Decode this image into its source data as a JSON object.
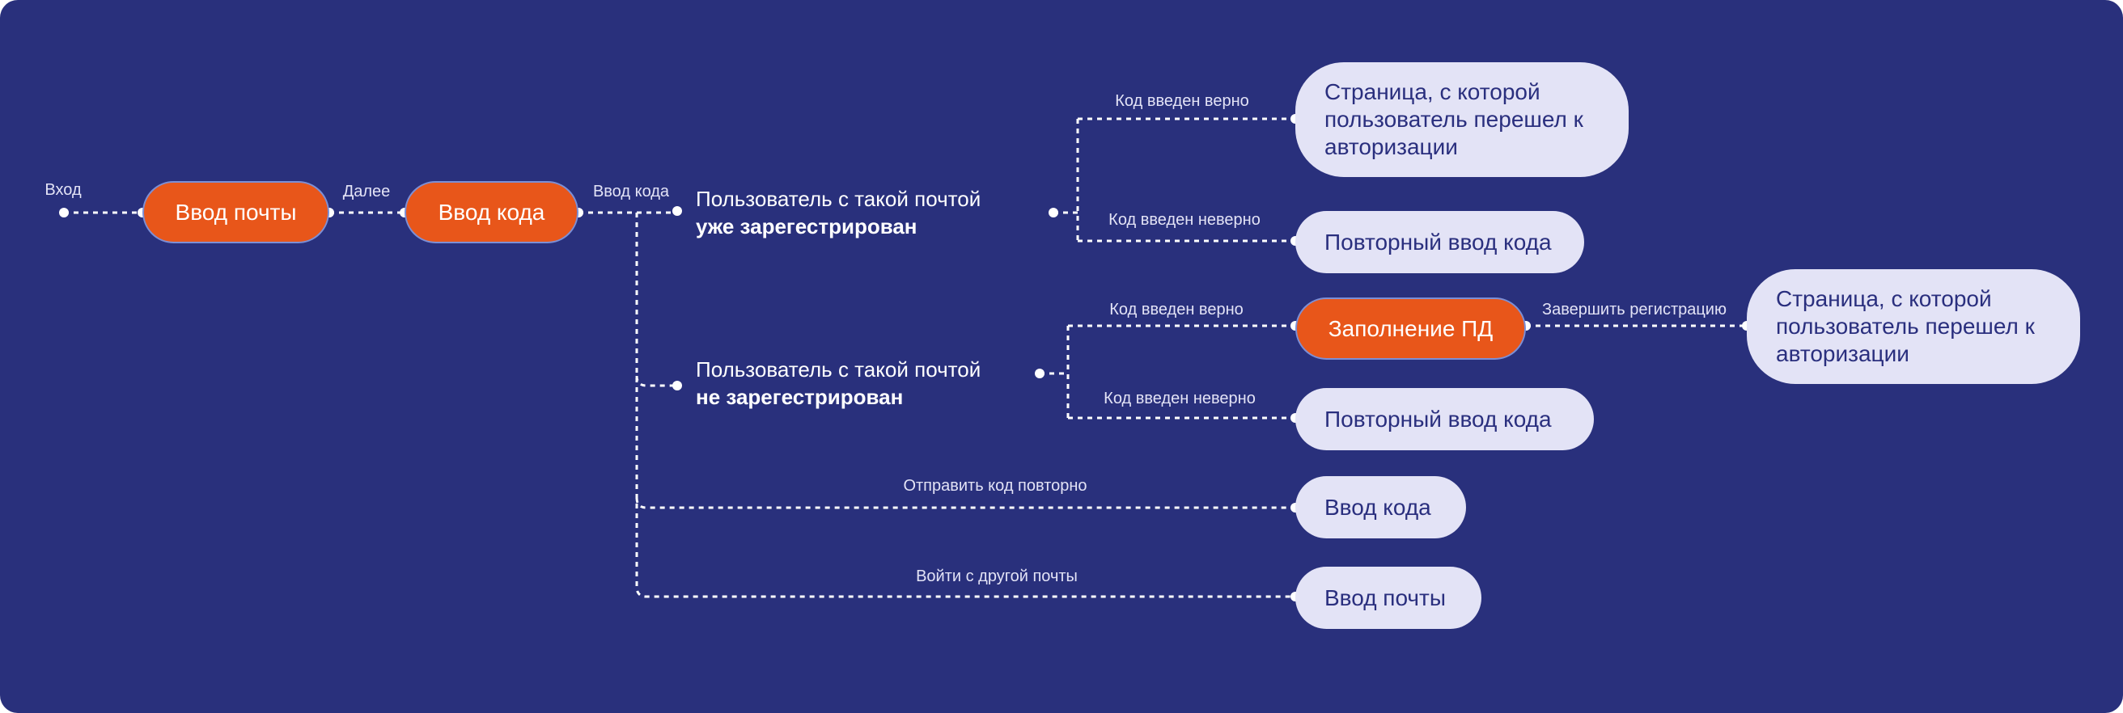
{
  "colors": {
    "background": "#29307c",
    "accent": "#e8561a",
    "light": "#e3e3f6",
    "text_dark": "#2a2f7e"
  },
  "entry": {
    "label": "Вход"
  },
  "nodes": {
    "email_input": "Ввод почты",
    "code_input": "Ввод кода",
    "registered_source_page": "Страница, с которой пользователь перешел к авторизации",
    "registered_retry_code": "Повторный ввод кода",
    "fill_personal_data": "Заполнение ПД",
    "new_user_source_page": "Страница, с которой пользователь перешел к авторизации",
    "new_user_retry_code": "Повторный ввод кода",
    "resend_code_input": "Ввод кода",
    "other_email_input": "Ввод почты"
  },
  "edges": {
    "next": "Далее",
    "enter_code": "Ввод кода",
    "reg_correct": "Код введен верно",
    "reg_wrong": "Код введен неверно",
    "new_correct": "Код введен верно",
    "new_wrong": "Код введен неверно",
    "finish_registration": "Завершить регистрацию",
    "resend": "Отправить код повторно",
    "other_email": "Войти с другой почты"
  },
  "states": {
    "registered": {
      "line1": "Пользователь с такой почтой",
      "line2": "уже зарегестрирован"
    },
    "not_registered": {
      "line1": "Пользователь с такой почтой",
      "line2": "не зарегестрирован"
    }
  }
}
